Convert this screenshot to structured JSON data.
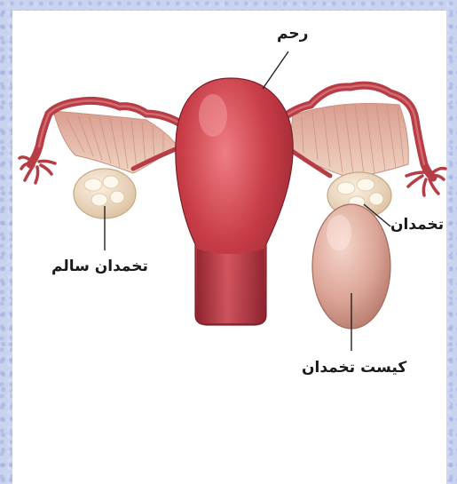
{
  "labels": {
    "uterus": "رحم",
    "ovary": "تخمدان",
    "healthy_ovary": "تخمدان سالم",
    "ovarian_cyst": "کیست تخمدان"
  },
  "colors": {
    "frame": "#c9d3ee",
    "panel": "#ffffff",
    "uterus": "#c23a44",
    "tube": "#b83a44",
    "membrane": "#e8c5b2",
    "ovary": "#f1dfc6",
    "cyst": "#dca99a"
  }
}
